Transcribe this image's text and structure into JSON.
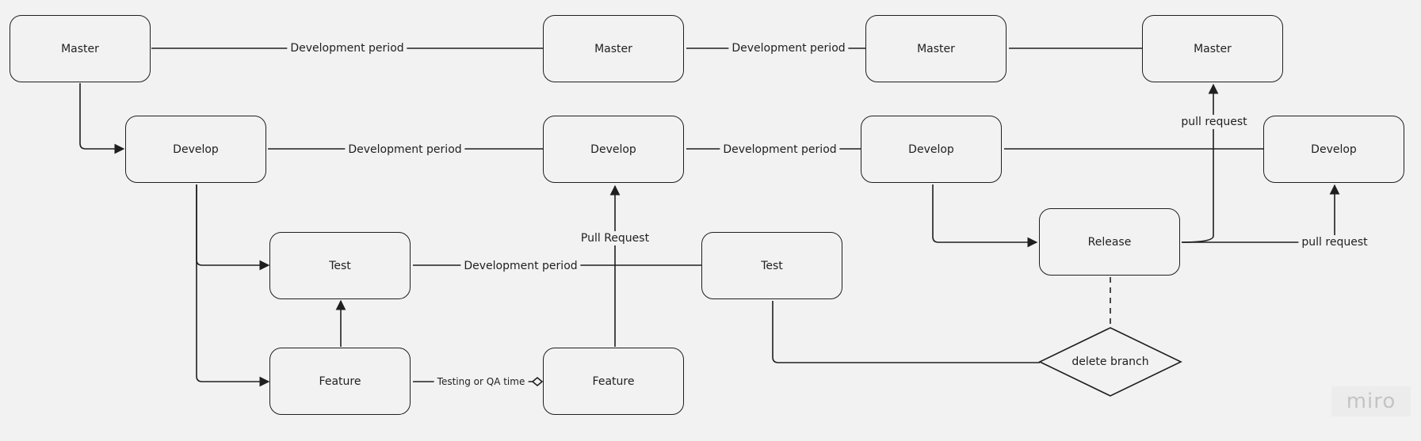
{
  "nodes": {
    "master_1": "Master",
    "master_2": "Master",
    "master_3": "Master",
    "master_4": "Master",
    "develop_1": "Develop",
    "develop_2": "Develop",
    "develop_3": "Develop",
    "develop_4": "Develop",
    "test_1": "Test",
    "test_2": "Test",
    "feature_1": "Feature",
    "feature_2": "Feature",
    "release": "Release",
    "delete_branch": "delete branch"
  },
  "edge_labels": {
    "master_dev_period_1": "Development period",
    "master_dev_period_2": "Development period",
    "develop_dev_period_1": "Development period",
    "develop_dev_period_2": "Development period",
    "test_dev_period": "Development period",
    "pull_request_develop": "Pull Request",
    "pull_request_master": "pull request",
    "pull_request_release": "pull request",
    "testing_qa_time": "Testing or QA time"
  },
  "branding": {
    "logo_text": "miro"
  },
  "colors": {
    "background": "#f2f2f2",
    "stroke": "#1f1f1f"
  }
}
